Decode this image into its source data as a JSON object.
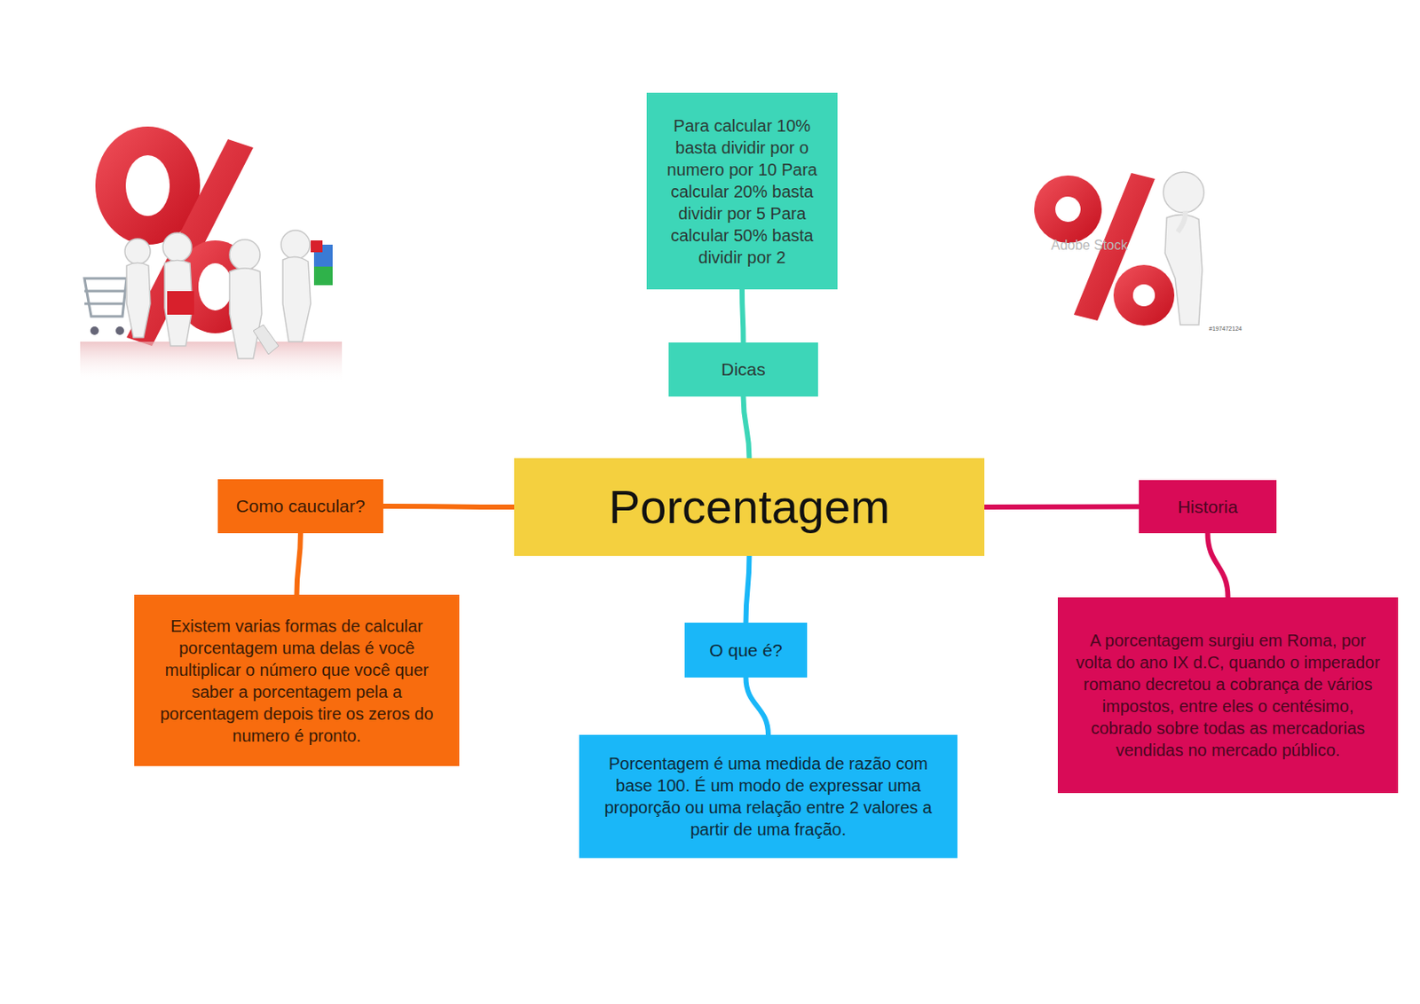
{
  "diagram": {
    "title": "Porcentagem",
    "nodes": [
      {
        "text": [
          "Para calcular 10% basta dividir por o numero por 10 Para calcular 20% basta dividir por 5 Para calcular 50% basta dividir por 2"
        ]
      },
      {
        "text": [
          "Dicas"
        ]
      },
      {
        "text": [
          "Como caucular?"
        ]
      },
      {
        "text": [
          "Porcentagem"
        ]
      },
      {
        "text": [
          "Historia"
        ]
      },
      {
        "text": [
          "O que é?"
        ]
      },
      {
        "text": [
          "Existem varias formas de calcular porcentagem uma delas é você multiplicar o número que você quer saber a porcentagem pela a porcentagem depois tire os zeros do numero é pronto."
        ]
      },
      {
        "text": [
          "A porcentagem surgiu em Roma, por volta do ano IX d.C, quando o imperador romano decretou a cobrança de vários impostos, entre eles o centésimo, cobrado sobre todas as mercadorias vendidas no mercado público."
        ]
      },
      {
        "text": [
          "Porcentagem é uma medida de razão com base 100. É um modo de expressar uma proporção ou uma relação entre 2 valores a partir de uma fração."
        ]
      }
    ],
    "edges": [
      {
        "from": 0,
        "to": 1,
        "arrow": "none"
      },
      {
        "from": 1,
        "to": 3,
        "arrow": "none"
      },
      {
        "from": 2,
        "to": 3,
        "arrow": "none"
      },
      {
        "from": 3,
        "to": 4,
        "arrow": "none"
      },
      {
        "from": 3,
        "to": 5,
        "arrow": "none"
      },
      {
        "from": 2,
        "to": 6,
        "arrow": "none"
      },
      {
        "from": 4,
        "to": 7,
        "arrow": "none"
      },
      {
        "from": 5,
        "to": 8,
        "arrow": "none"
      }
    ],
    "labels": [
      "Adobe Stock",
      "#197472124"
    ]
  }
}
